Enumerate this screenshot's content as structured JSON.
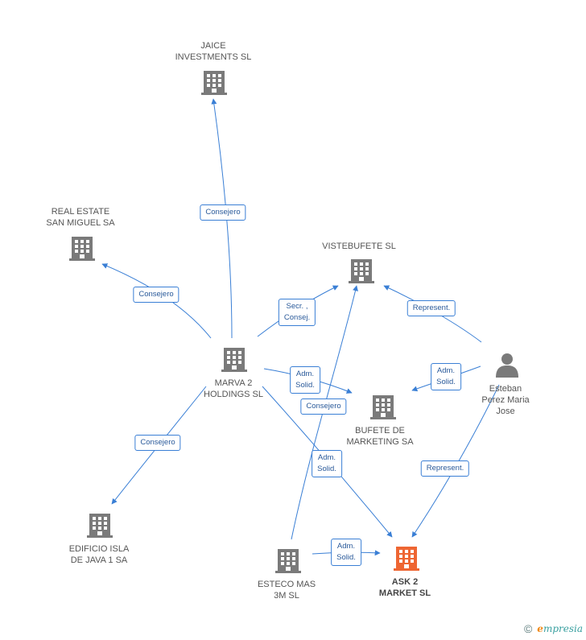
{
  "colors": {
    "edge": "#3a7fd5",
    "building": "#7a7a7a",
    "building_highlight": "#ee6633",
    "person": "#7a7a7a"
  },
  "nodes": [
    {
      "id": "jaice",
      "label": "JAICE\nINVESTMENTS SL",
      "icon": "building-icon",
      "highlight": false
    },
    {
      "id": "realestate",
      "label": "REAL ESTATE\nSAN MIGUEL SA",
      "icon": "building-icon",
      "highlight": false
    },
    {
      "id": "vistebufete",
      "label": "VISTEBUFETE SL",
      "icon": "building-icon",
      "highlight": false
    },
    {
      "id": "marva",
      "label": "MARVA 2\nHOLDINGS  SL",
      "icon": "building-icon",
      "highlight": false
    },
    {
      "id": "esteban",
      "label": "Esteban\nPerez Maria\nJose",
      "icon": "person-icon",
      "highlight": false
    },
    {
      "id": "bufete",
      "label": "BUFETE DE\nMARKETING SA",
      "icon": "building-icon",
      "highlight": false
    },
    {
      "id": "edificio",
      "label": "EDIFICIO ISLA\nDE JAVA 1 SA",
      "icon": "building-icon",
      "highlight": false
    },
    {
      "id": "esteco",
      "label": "ESTECO MAS\n3M SL",
      "icon": "building-icon",
      "highlight": false
    },
    {
      "id": "ask2",
      "label": "ASK 2\nMARKET SL",
      "icon": "building-icon",
      "highlight": true
    }
  ],
  "edges": [
    {
      "id": "marva-jaice",
      "label": "Consejero"
    },
    {
      "id": "marva-realestate",
      "label": "Consejero"
    },
    {
      "id": "marva-vistebufete",
      "label": "Secr. ,\nConsej."
    },
    {
      "id": "marva-bufete",
      "label": "Adm.\nSolid."
    },
    {
      "id": "marva-edificio",
      "label": "Consejero"
    },
    {
      "id": "marva-ask2",
      "label": "Adm.\nSolid."
    },
    {
      "id": "esteco-vistebufete",
      "label": "Consejero"
    },
    {
      "id": "esteco-ask2",
      "label": "Adm.\nSolid."
    },
    {
      "id": "esteban-vistebufete",
      "label": "Represent."
    },
    {
      "id": "esteban-bufete",
      "label": "Adm.\nSolid."
    },
    {
      "id": "esteban-ask2",
      "label": "Represent."
    }
  ],
  "footer": {
    "copyright": "©",
    "brand_initial": "e",
    "brand_rest": "mpresia"
  }
}
